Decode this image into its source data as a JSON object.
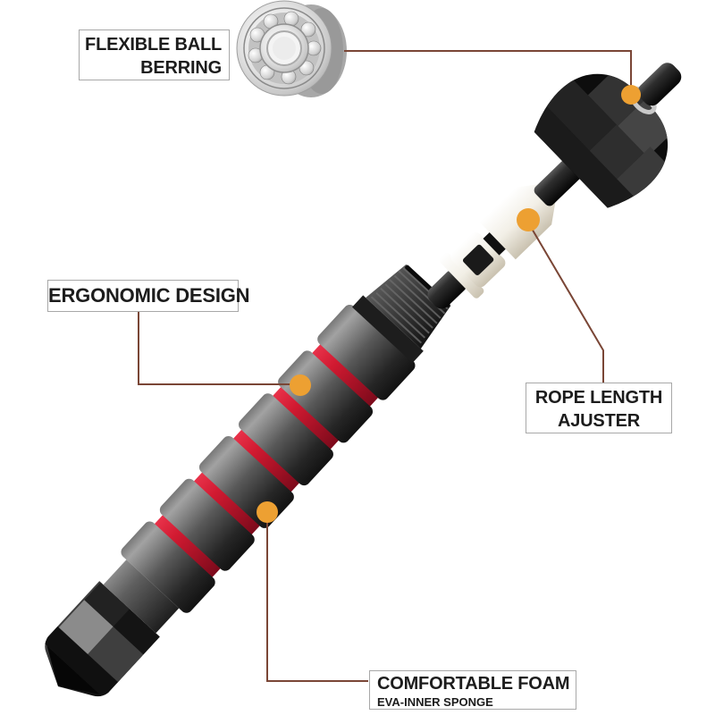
{
  "title": "Skipping rope handle feature diagram",
  "colors": {
    "background": "#ffffff",
    "accent_dot": "#eda032",
    "leader_line": "#7a4636",
    "stripe_red": "#d11a31",
    "label_border": "#a8a8a8",
    "label_text": "#1c1c1c"
  },
  "callouts": {
    "flexible_ball_bearing": {
      "line1": "FLEXIBLE BALL",
      "line2": "BERRING"
    },
    "ergonomic_design": {
      "label": "ERGONOMIC DESIGN"
    },
    "rope_length_adjuster": {
      "line1": "ROPE LENGTH",
      "line2": "AJUSTER"
    },
    "comfortable_foam": {
      "line1": "COMFORTABLE FOAM",
      "line2": "EVA-INNER SPONGE"
    }
  },
  "graphics": {
    "bearing_photo": "ball-bearing-photo",
    "handle": "jump-rope-handle-photo",
    "end_cap": "handle-end-cap",
    "foam_grip": "foam-grip-with-red-stripes",
    "threaded_connector": "threaded-connector",
    "adjuster_clips": "rope-length-adjuster-clips",
    "swivel_cap": "faceted-rope-swivel-cap",
    "rope_rod": "rope-cable-segments"
  }
}
